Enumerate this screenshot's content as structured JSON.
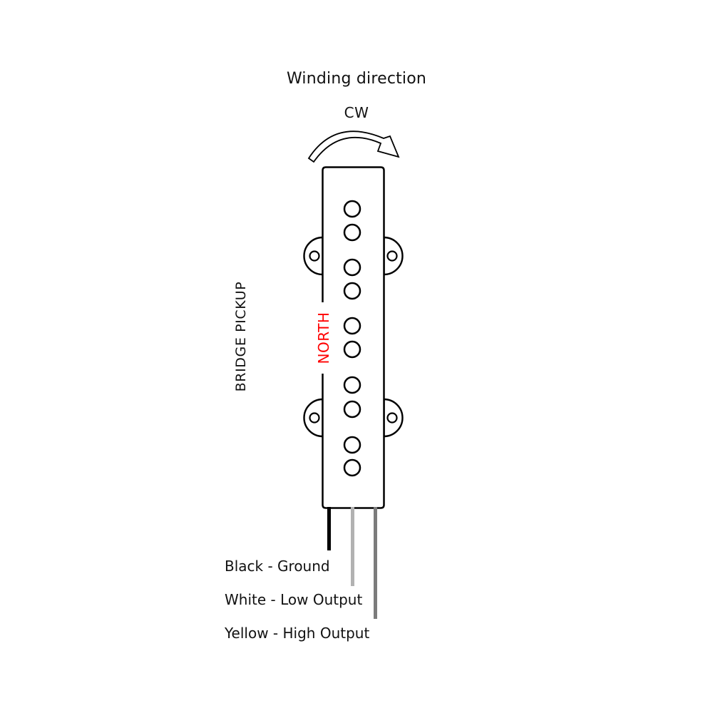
{
  "diagram": {
    "title": "Winding direction",
    "winding_direction": "CW"
  },
  "pickup": {
    "label": "BRIDGE PICKUP",
    "polarity_label": "NORTH",
    "polarity_color": "#ff0000",
    "pole_piece_count": 10,
    "mounting_ear_count": 4,
    "outline_color": "#000000",
    "fill_color": "#ffffff"
  },
  "wires": [
    {
      "color_name": "Black",
      "signal": "Ground",
      "label": "Black - Ground",
      "draw_color": "#000000"
    },
    {
      "color_name": "White",
      "signal": "Low Output",
      "label": "White - Low Output",
      "draw_color": "#b2b2b2"
    },
    {
      "color_name": "Yellow",
      "signal": "High Output",
      "label": "Yellow - High Output",
      "draw_color": "#7c7c7c"
    }
  ]
}
